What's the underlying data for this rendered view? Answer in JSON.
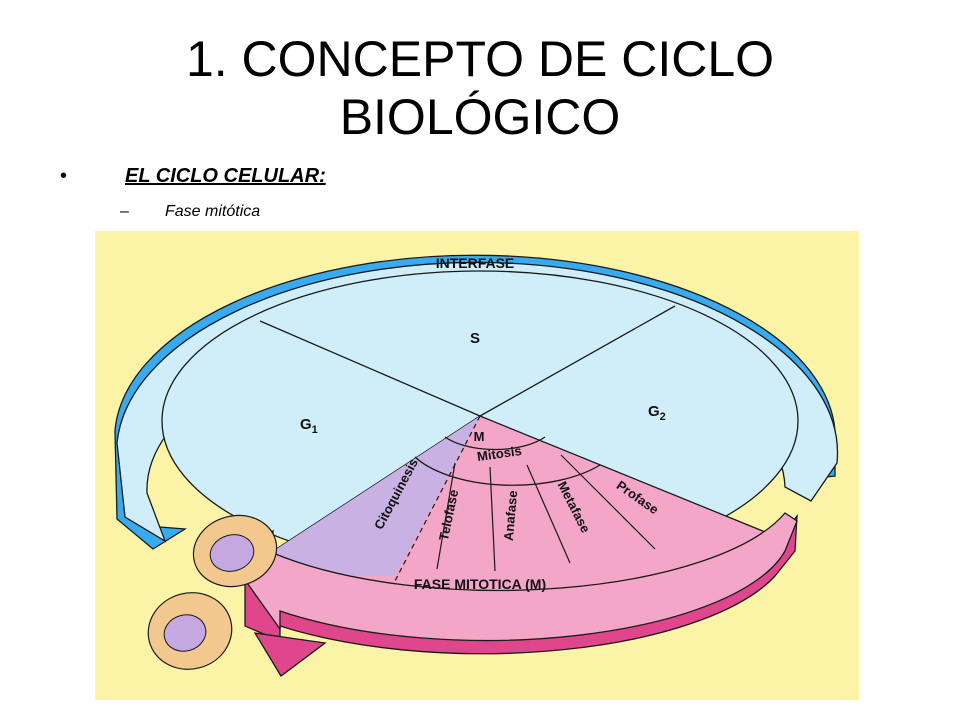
{
  "slide": {
    "title_line1": "1. CONCEPTO DE CICLO",
    "title_line2": "BIOLÓGICO",
    "bullet_marker": "•",
    "bullet1": "EL CICLO CELULAR:",
    "sub_marker": "–",
    "bullet2": "Fase mitótica"
  },
  "diagram": {
    "background_color": "#fbf4a6",
    "interfase_label": "INTERFASE",
    "s_label": "S",
    "g1_label": "G",
    "g1_sub": "1",
    "g2_label": "G",
    "g2_sub": "2",
    "m_label": "M",
    "mitosis_label": "Mitosis",
    "phases": [
      "Citoquinesis",
      "Telofase",
      "Anafase",
      "Metafase",
      "Profase"
    ],
    "fase_mitotica_label": "FASE MITOTICA (M)",
    "colors": {
      "interphase_fill": "#cfeefa",
      "interphase_side": "#38aaf0",
      "mitotic_fill": "#f4a6c8",
      "mitotic_side": "#e0468c",
      "cytokinesis_fill": "#c9b2e3",
      "cell_fill": "#f3c88e",
      "nucleus_fill": "#c6a8e0"
    }
  }
}
